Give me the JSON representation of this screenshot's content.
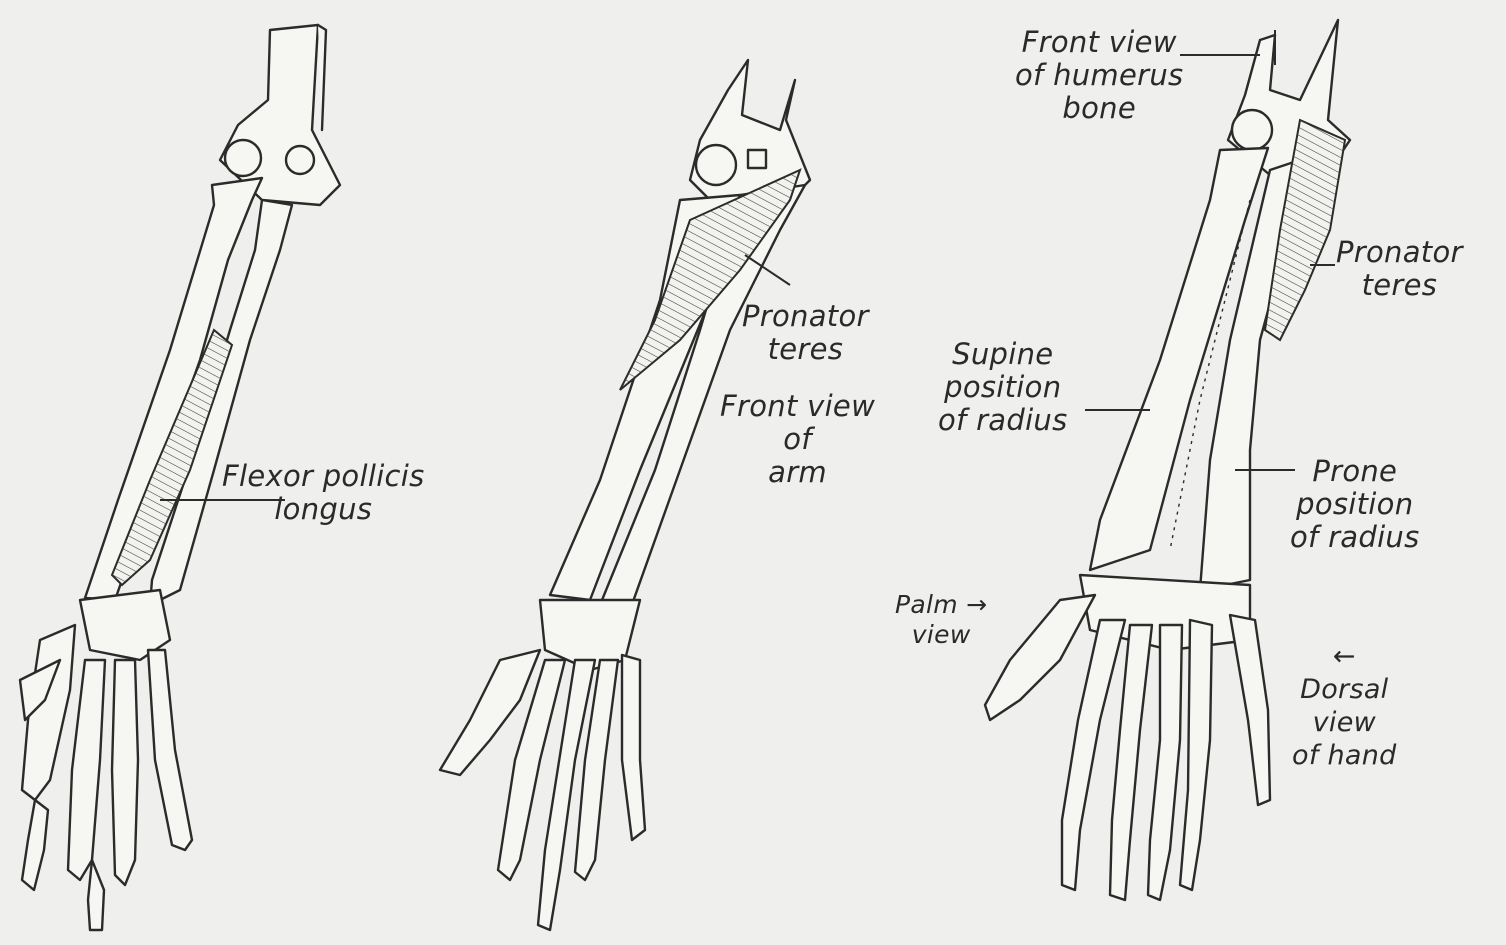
{
  "labels": {
    "flexor_pollicis_longus": "Flexor pollicis\nlongus",
    "pronator_teres_middle": "Pronator\nteres",
    "front_view_of_arm": "Front view\nof\narm",
    "front_view_of_humerus": "Front view\nof humerus\nbone",
    "pronator_teres_right": "Pronator\nteres",
    "supine_position_of_radius": "Supine\nposition\nof radius",
    "prone_position_of_radius": "Prone\nposition\nof radius",
    "palm_view": "Palm →\nview",
    "dorsal_view_of_hand": "←\nDorsal\nview\nof hand"
  },
  "colors": {
    "paper": "#efefed",
    "ink": "#2b2b2b"
  }
}
